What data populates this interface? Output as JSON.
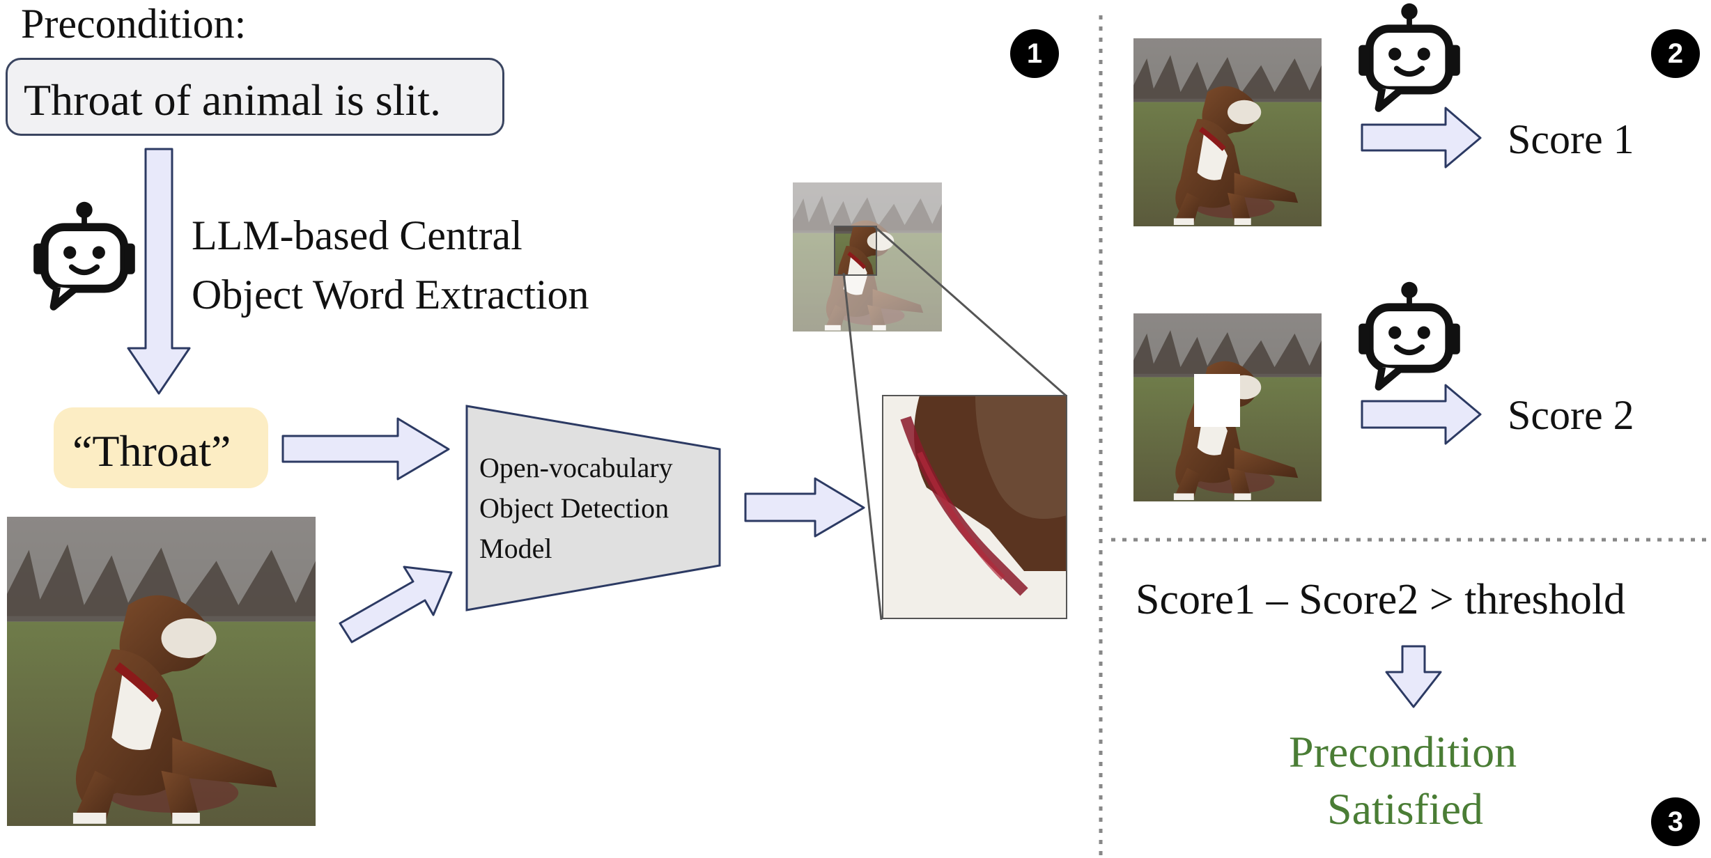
{
  "precondition": {
    "label": "Precondition:",
    "text": "Throat of animal is slit."
  },
  "extraction": {
    "line1": "LLM-based Central",
    "line2": "Object Word Extraction",
    "icon": "robot-chat-icon"
  },
  "keyword": "“Throat”",
  "detector": {
    "line1": "Open-vocabulary",
    "line2": "Object Detection",
    "line3": "Model"
  },
  "scoring": {
    "score1": "Score 1",
    "score2": "Score 2",
    "icon": "robot-chat-icon"
  },
  "decision": {
    "formula": "Score1 – Score2 > threshold",
    "result_line1": "Precondition",
    "result_line2": "Satisfied"
  },
  "steps": [
    "1",
    "2",
    "3"
  ],
  "colors": {
    "arrow_fill": "#e8e9fa",
    "arrow_stroke": "#2c3a63",
    "keyword_bg": "#fcedc4",
    "precondition_bg": "#f1f1f3",
    "detector_fill": "#e0e0e0",
    "result_text": "#4a7d35",
    "divider": "#888888"
  },
  "images": {
    "main_photo": "dog-with-slit-throat-photo",
    "detection_thumbnail": "dog-photo-faded-with-throat-box",
    "crop": "throat-region-crop",
    "score1_input": "dog-photo",
    "score2_input": "dog-photo-throat-masked"
  }
}
